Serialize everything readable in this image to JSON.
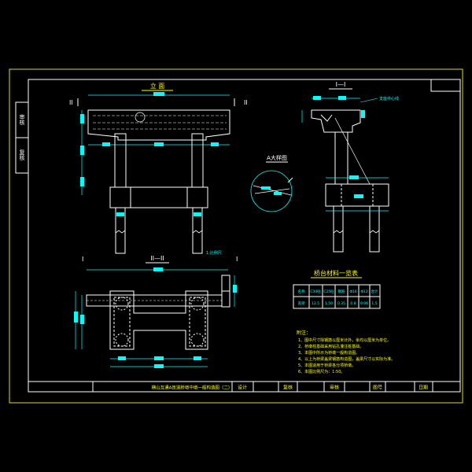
{
  "colors": {
    "background": "#000000",
    "outer_frame": "#e0e000",
    "lines": "#ffffff",
    "dimensions": "#00ffff",
    "hidden": "#ff3b3b",
    "title_text": "#ffff00",
    "section_mark": "#ffffff"
  },
  "side_stamp": {
    "top": "审核",
    "bottom": "复核"
  },
  "views": {
    "front": {
      "title": "立 面",
      "cut_left": "II",
      "cut_right": "II",
      "marker": "I"
    },
    "section_1": {
      "title": "I—I",
      "callout": "支座中心线"
    },
    "detail_a": {
      "title": "A大样图"
    },
    "section_2": {
      "title": "II—II",
      "cut_left": "I",
      "cut_right": "I"
    }
  },
  "scale_note": "1:比例尺",
  "table": {
    "title": "桥台材料一览表",
    "headers": [
      "名称",
      "C30砼",
      "C25砼",
      "钢筋",
      "Φ16",
      "Φ12",
      "合计"
    ],
    "rows": [
      [
        "盖梁",
        "12.5",
        "1.50",
        "0.35",
        "0.8",
        "0.06",
        "1.5"
      ]
    ]
  },
  "notes": {
    "heading": "附注：",
    "items": [
      "1、图中尺寸除钢筋以厘米计外，余均以厘米为单位。",
      "2、桥墩柱基础采用钻孔灌注桩基础。",
      "3、本图中所示为桥墩一般构造图。",
      "4、以上为桥梁盖梁钢筋构造图，盖梁尺寸以实际为准。",
      "5、本图适用于桥梁各分项桥墩。",
      "6、本图比例尺为：1:50。"
    ]
  },
  "title_block": {
    "drawing_title": "横山互通A匝道桥墩中墩一般构造图（二）",
    "design": "设计",
    "check": "复核",
    "review": "审核",
    "drawing_no": "图号",
    "date": "日期"
  }
}
